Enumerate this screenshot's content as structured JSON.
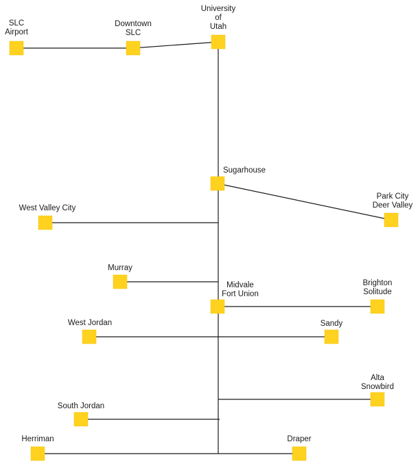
{
  "diagram": {
    "node_color": "#FFD21F",
    "line_color": "#1A1A1A",
    "stations": [
      {
        "id": "slc-airport",
        "label_lines": [
          "SLC",
          "Airport"
        ]
      },
      {
        "id": "downtown-slc",
        "label_lines": [
          "Downtown",
          "SLC"
        ]
      },
      {
        "id": "university-of-utah",
        "label_lines": [
          "University",
          "of",
          "Utah"
        ]
      },
      {
        "id": "sugarhouse",
        "label_lines": [
          "Sugarhouse"
        ]
      },
      {
        "id": "park-city-deer-valley",
        "label_lines": [
          "Park City",
          "Deer Valley"
        ]
      },
      {
        "id": "west-valley-city",
        "label_lines": [
          "West Valley City"
        ]
      },
      {
        "id": "murray",
        "label_lines": [
          "Murray"
        ]
      },
      {
        "id": "midvale-fort-union",
        "label_lines": [
          "Midvale",
          "Fort Union"
        ]
      },
      {
        "id": "brighton-solitude",
        "label_lines": [
          "Brighton",
          "Solitude"
        ]
      },
      {
        "id": "west-jordan",
        "label_lines": [
          "West Jordan"
        ]
      },
      {
        "id": "sandy",
        "label_lines": [
          "Sandy"
        ]
      },
      {
        "id": "alta-snowbird",
        "label_lines": [
          "Alta",
          "Snowbird"
        ]
      },
      {
        "id": "south-jordan",
        "label_lines": [
          "South Jordan"
        ]
      },
      {
        "id": "herriman",
        "label_lines": [
          "Herriman"
        ]
      },
      {
        "id": "draper",
        "label_lines": [
          "Draper"
        ]
      }
    ]
  }
}
